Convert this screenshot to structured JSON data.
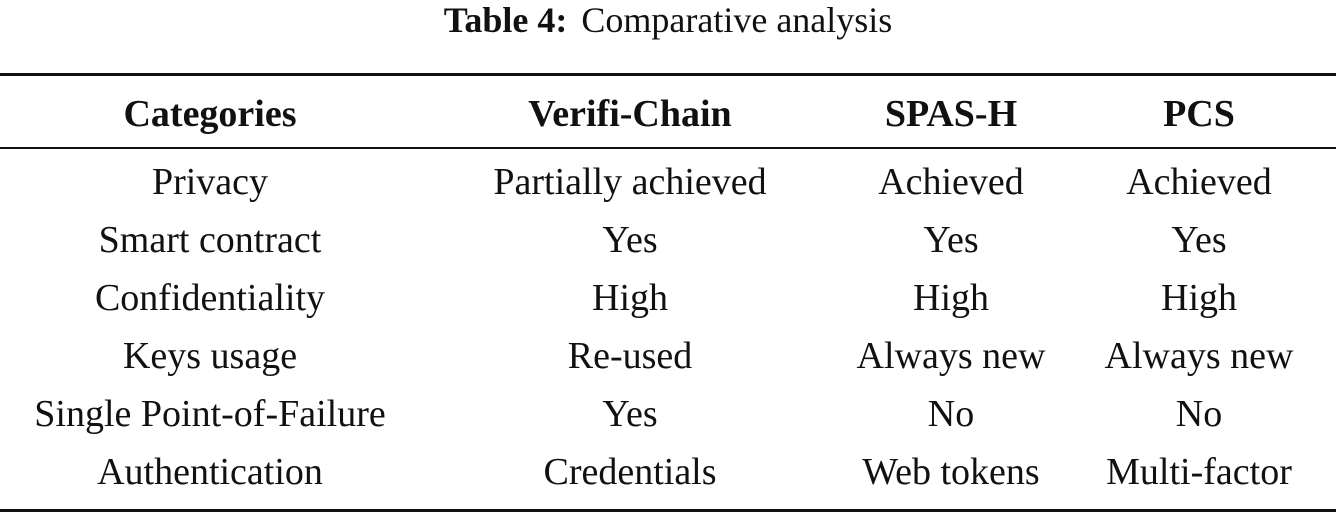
{
  "caption": {
    "label": "Table 4:",
    "text": "Comparative analysis"
  },
  "table": {
    "headers": [
      "Categories",
      "Verifi-Chain",
      "SPAS-H",
      "PCS"
    ],
    "rows": [
      [
        "Privacy",
        "Partially achieved",
        "Achieved",
        "Achieved"
      ],
      [
        "Smart contract",
        "Yes",
        "Yes",
        "Yes"
      ],
      [
        "Confidentiality",
        "High",
        "High",
        "High"
      ],
      [
        "Keys usage",
        "Re-used",
        "Always new",
        "Always new"
      ],
      [
        "Single Point-of-Failure",
        "Yes",
        "No",
        "No"
      ],
      [
        "Authentication",
        "Credentials",
        "Web tokens",
        "Multi-factor"
      ]
    ]
  }
}
